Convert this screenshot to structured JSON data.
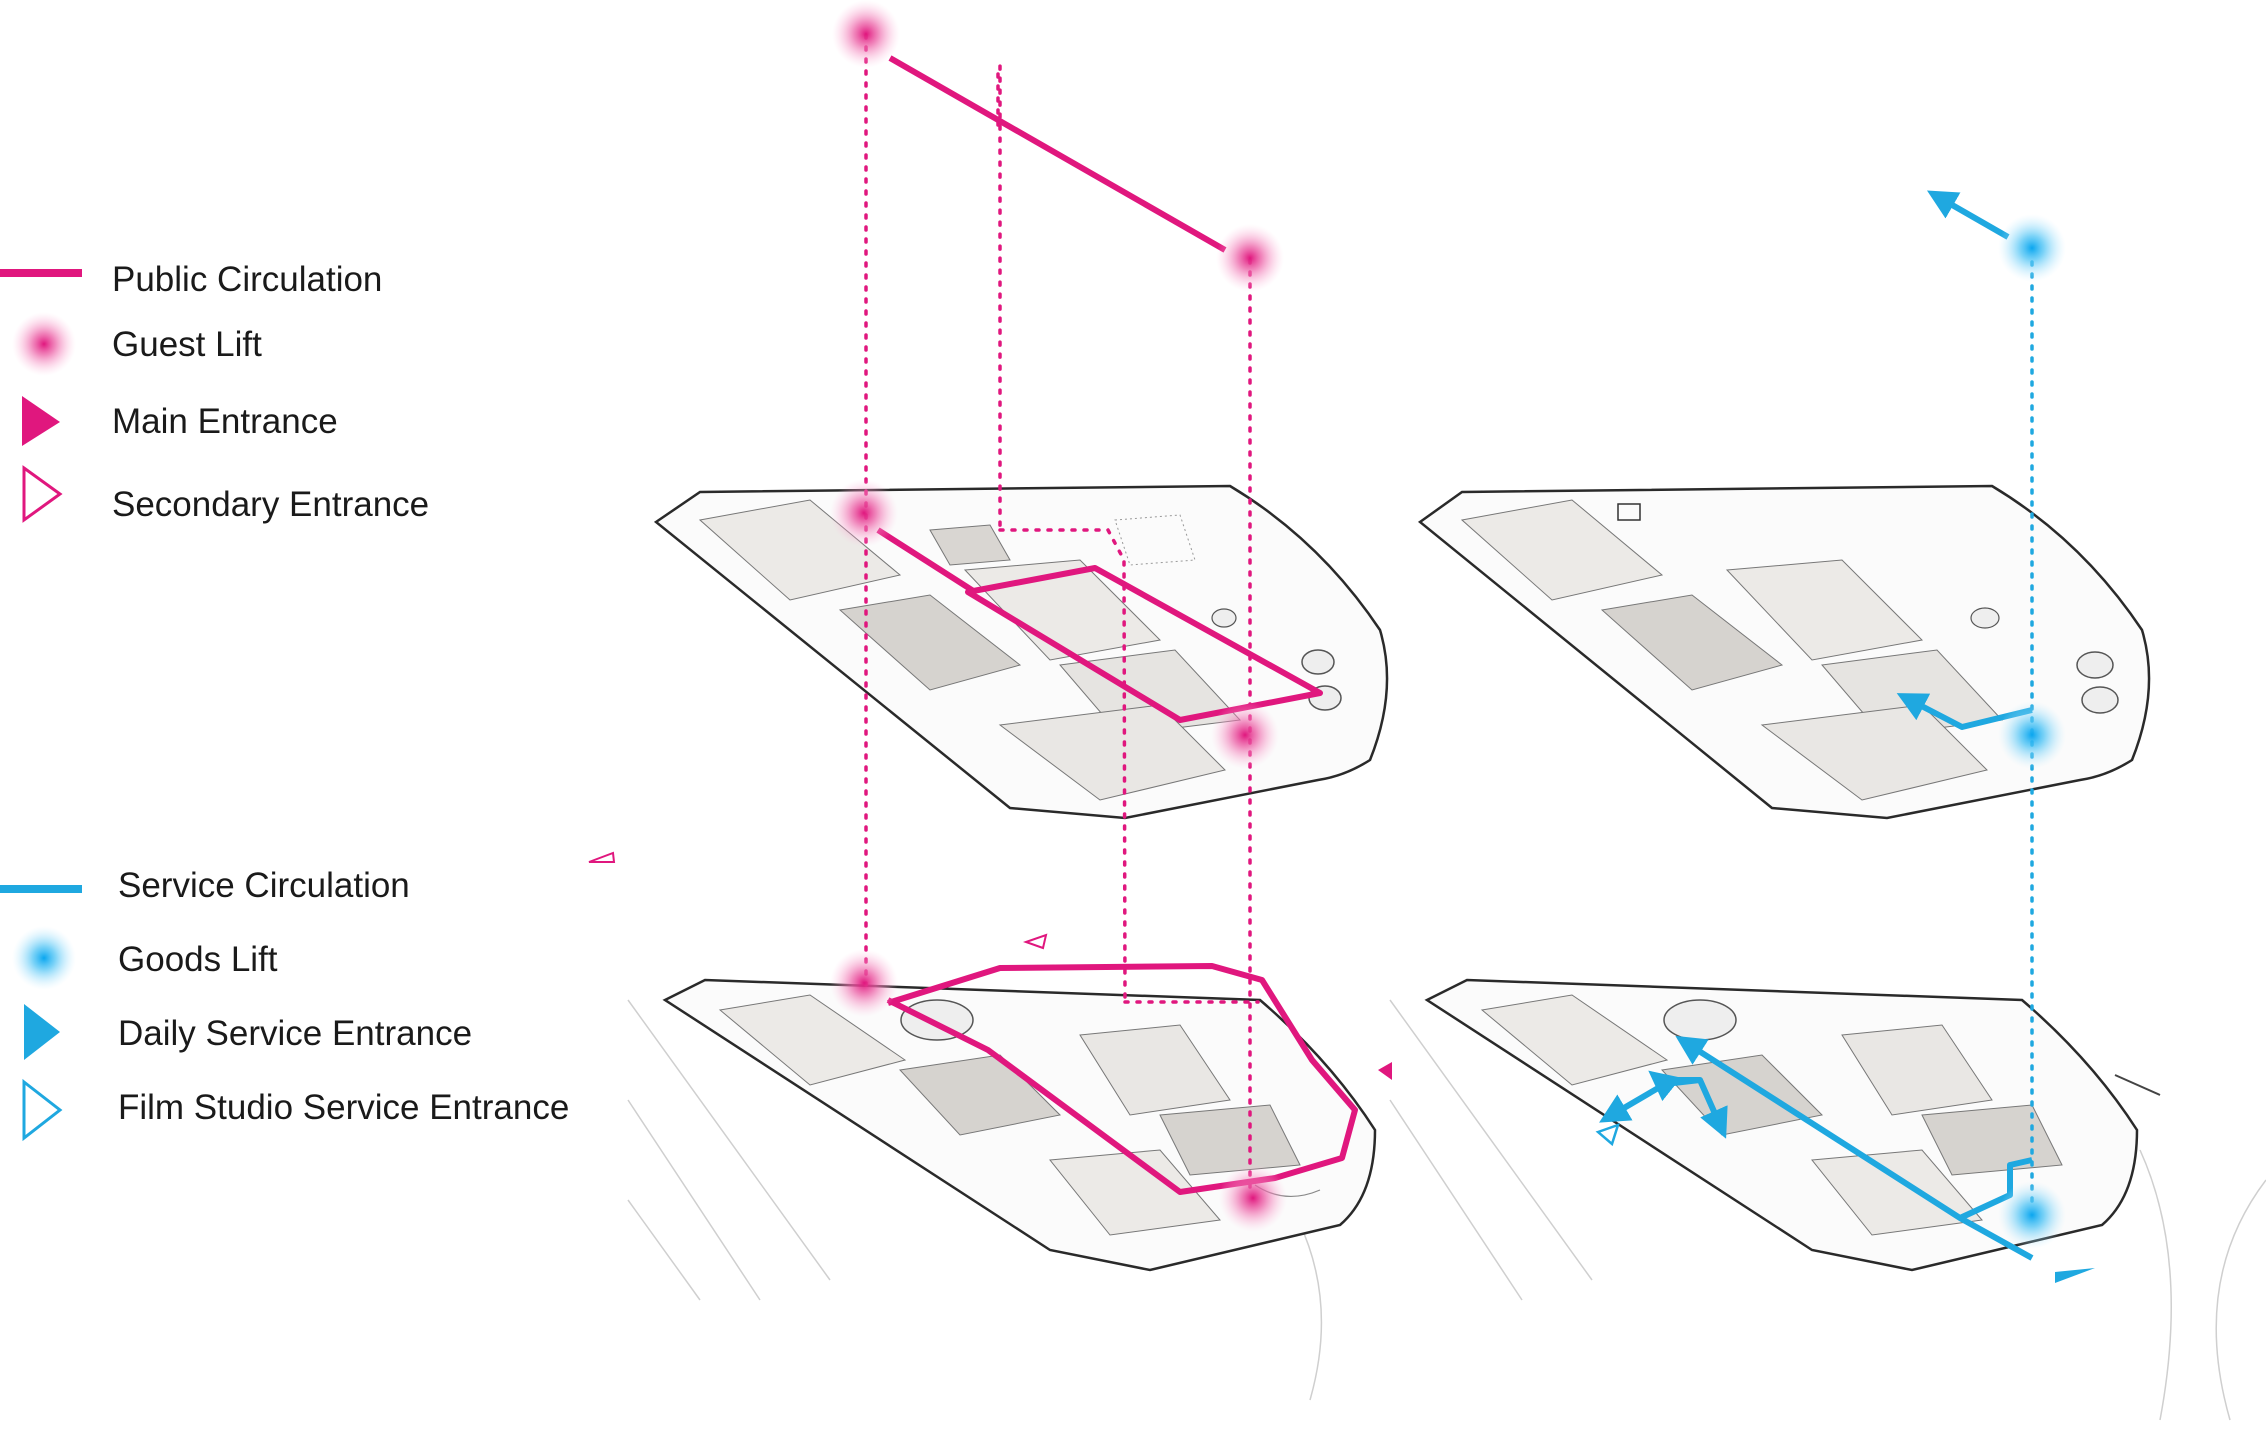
{
  "legend": {
    "public": {
      "circulation": "Public Circulation",
      "guest_lift": "Guest Lift",
      "main_entrance": "Main Entrance",
      "secondary_entrance": "Secondary Entrance"
    },
    "service": {
      "circulation": "Service Circulation",
      "goods_lift": "Goods Lift",
      "daily_entrance": "Daily Service Entrance",
      "film_entrance": "Film Studio Service Entrance"
    }
  },
  "colors": {
    "public": "#e0177e",
    "service": "#1fa8e0",
    "plan_fill": "#e9e7e4",
    "plan_dark": "#c9c6c2",
    "plan_line": "#3a3a3a"
  },
  "icons": {
    "guest_lift": "glow-dot-icon",
    "goods_lift": "glow-dot-icon",
    "main_entrance": "filled-triangle-icon",
    "secondary_entrance": "outline-triangle-icon"
  }
}
